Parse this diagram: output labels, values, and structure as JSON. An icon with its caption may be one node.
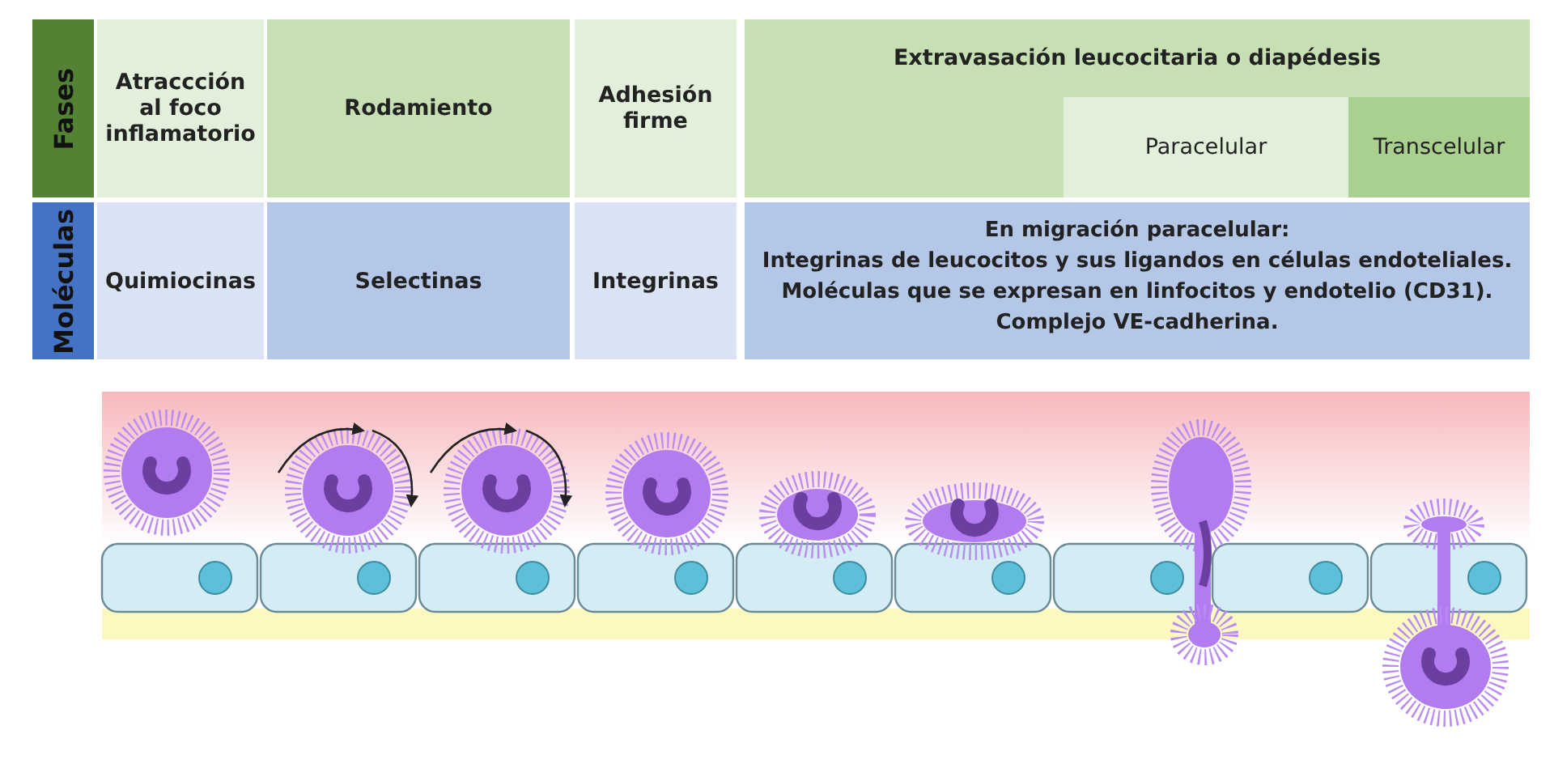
{
  "diagram": {
    "labels": [
      "Fases",
      "Atraccción al foco inflamatorio",
      "Rodamiento",
      "Adhesión firme",
      "Extravasación leucocitaria o diapédesis",
      "Paracelular",
      "Transcelular",
      "Moléculas",
      "Quimiocinas",
      "Selectinas",
      "Integrinas",
      "En migración paracelular:",
      "Integrinas de leucocitos y sus ligandos en células endoteliales.",
      "Moléculas que se expresan en linfocitos y endotelio (CD31).",
      "Complejo VE-cadherina."
    ]
  }
}
